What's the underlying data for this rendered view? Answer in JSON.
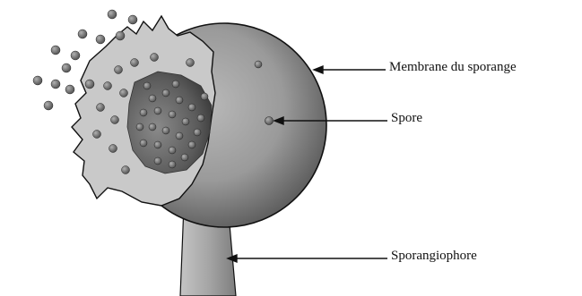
{
  "labels": {
    "membrane": "Membrane du sporange",
    "spore": "Spore",
    "sporangiophore": "Sporangiophore"
  },
  "colors": {
    "background": "#ffffff",
    "sporangium_outer": "#9a9a9a",
    "sporangium_shadow": "#6f6f6f",
    "ruptured_membrane": "#bdbdbd",
    "interior_dark": "#4a4a4a",
    "spore_fill": "#7a7a7a",
    "stalk": "#a8a8a8",
    "outline": "#111111"
  }
}
